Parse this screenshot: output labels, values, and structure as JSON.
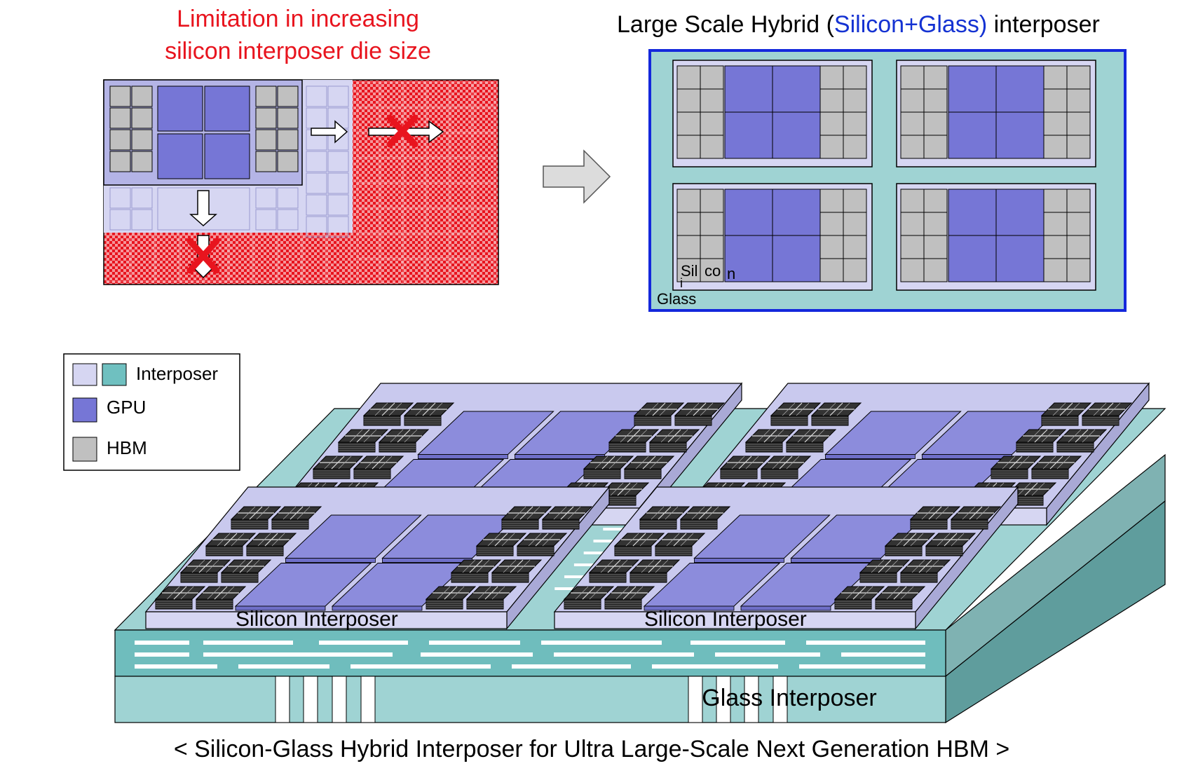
{
  "limitation": {
    "line1": "Limitation in increasing",
    "line2": "silicon interposer die size"
  },
  "hybrid_title": {
    "prefix": "Large Scale Hybrid (",
    "highlight": "Silicon+Glass)",
    "suffix": " interposer"
  },
  "top_right_labels": {
    "silicon_part1": "Sil",
    "silicon_part2": "co",
    "silicon_part3": "n",
    "silicon_part4": "i",
    "glass": "Glass"
  },
  "legend": {
    "interposer": "Interposer",
    "gpu": "GPU",
    "hbm": "HBM"
  },
  "labels_3d": {
    "silicon_interposer_left": "Silicon Interposer",
    "silicon_interposer_right": "Silicon Interposer",
    "glass_interposer": "Glass Interposer"
  },
  "caption": "< Silicon-Glass Hybrid Interposer for Ultra Large-Scale Next Generation HBM >",
  "colors": {
    "gpu": "#7676d6",
    "gpu_3d": "#8c8cdc",
    "hbm": "#c0c0c0",
    "si_interposer": "#d6d6f2",
    "glass": "#9fd3d3",
    "glass_side": "#5f9d9d",
    "red": "#e8141e",
    "blue_border": "#1428dc",
    "blue_text": "#1432d2"
  }
}
